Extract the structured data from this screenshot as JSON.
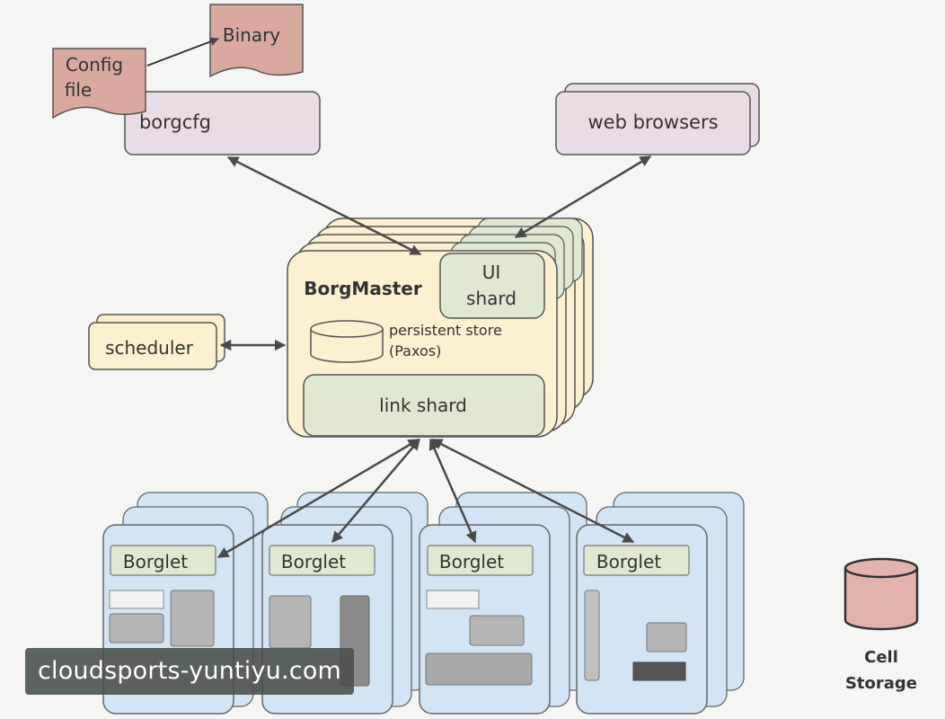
{
  "labels": {
    "binary": "Binary",
    "config_line1": "Config",
    "config_line2": "file",
    "borgcfg": "borgcfg",
    "web_browsers": "web browsers",
    "ui_line1": "UI",
    "ui_line2": "shard",
    "borgmaster": "BorgMaster",
    "persistent_line1": "persistent store",
    "persistent_line2": "(Paxos)",
    "scheduler": "scheduler",
    "link_shard": "link shard",
    "borglets": [
      "Borglet",
      "Borglet",
      "Borglet",
      "Borglet"
    ],
    "cell_line1": "Cell",
    "cell_line2": "Storage"
  },
  "watermark": "cloudsports-yuntiyu.com",
  "colors": {
    "background": "#f5f5f4",
    "pink_doc": "#d9a9a0",
    "lavender": "#e8dde6",
    "borgmaster_yellow": "#fbf0cf",
    "green_shard": "#dfe9d2",
    "blue_borglet": "#d3e5f5",
    "cell_storage": "#e2b3ad",
    "stroke": "#555555"
  }
}
